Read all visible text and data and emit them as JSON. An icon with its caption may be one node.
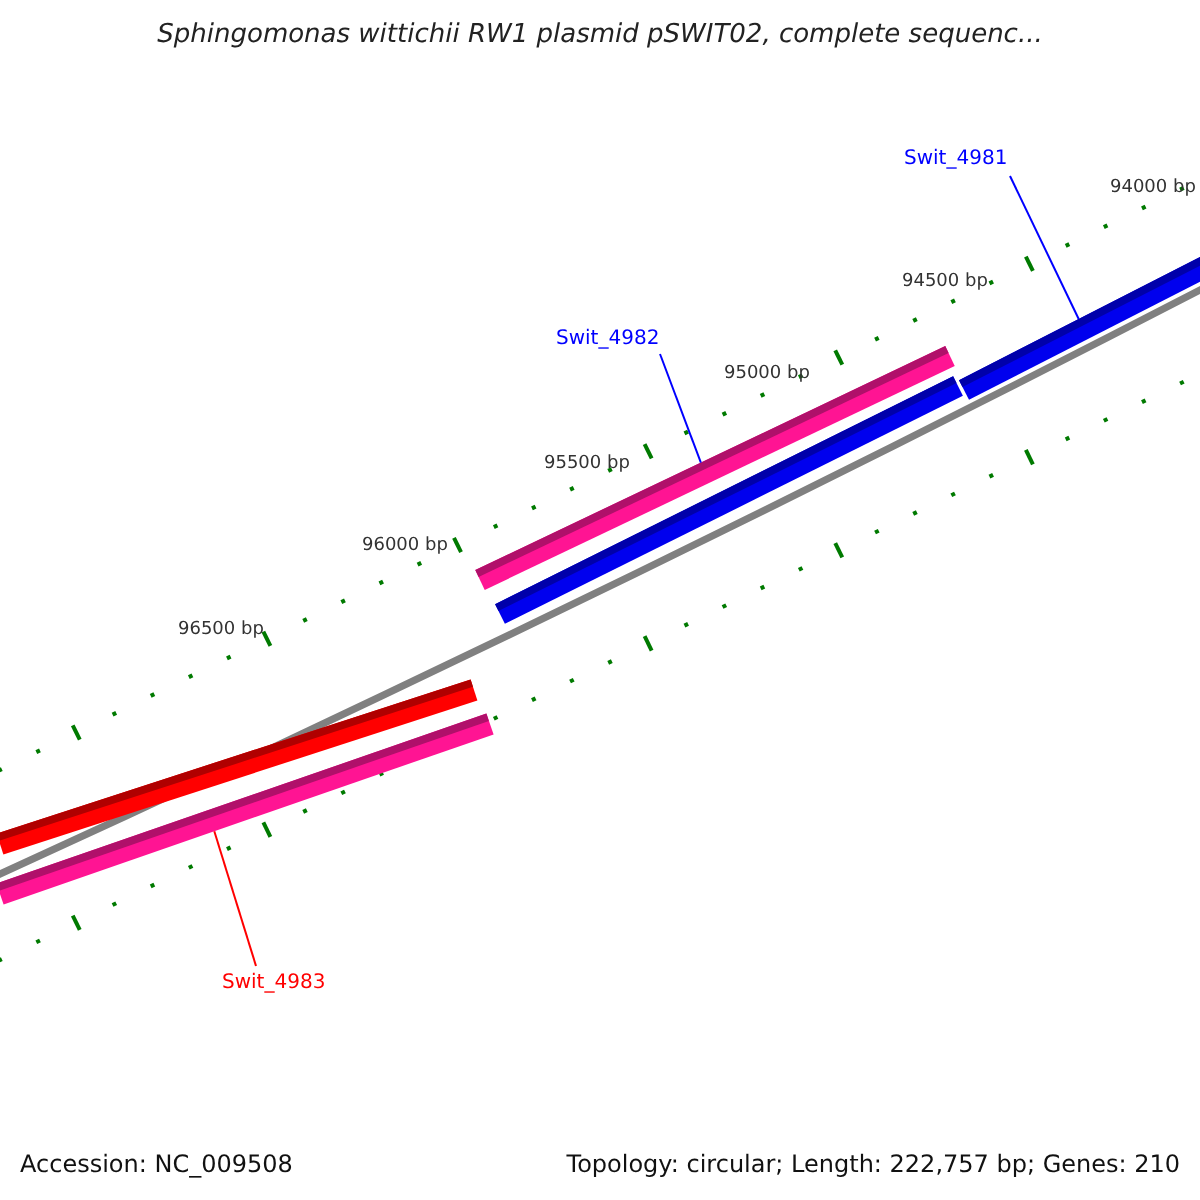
{
  "diagram": {
    "title": "Sphingomonas wittichii RW1 plasmid pSWIT02, complete sequenc...",
    "nodes": [
      {
        "text": [
          "Swit_4981"
        ]
      },
      {
        "text": [
          "Swit_4982"
        ]
      },
      {
        "text": [],
        "shape": "bar"
      },
      {
        "text": [],
        "shape": "bar"
      },
      {
        "text": [],
        "shape": "bar"
      },
      {
        "text": [
          "Swit_4983"
        ]
      }
    ],
    "edges": [
      {
        "from": 0,
        "to": 3,
        "arrow": "none"
      },
      {
        "from": 1,
        "to": 2,
        "arrow": "none"
      },
      {
        "from": 5,
        "to": 4,
        "arrow": "none",
        "color": "#ff0000"
      }
    ],
    "labels": [
      "94000 bp",
      "94500 bp",
      "95000 bp",
      "95500 bp",
      "96000 bp",
      "96500 bp",
      "Accession: NC_009508",
      "Topology: circular; Length: 222,757 bp; Genes: 210"
    ]
  }
}
